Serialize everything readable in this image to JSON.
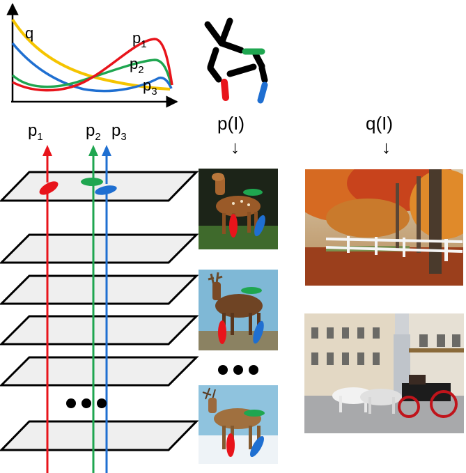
{
  "plot": {
    "q_label": "q",
    "p1_label": "p",
    "p1_sub": "1",
    "p2_label": "p",
    "p2_sub": "2",
    "p3_label": "p",
    "p3_sub": "3"
  },
  "stack": {
    "p1_label": "p",
    "p1_sub": "1",
    "p2_label": "p",
    "p2_sub": "2",
    "p3_label": "p",
    "p3_sub": "3",
    "ellipsis": "•••"
  },
  "columns": {
    "p_title": "p(I)",
    "q_title": "q(I)",
    "arrow": "↓",
    "ellipsis": "•••"
  },
  "colors": {
    "red": "#e8141b",
    "green": "#1fa650",
    "blue": "#1f6fd1",
    "yellow": "#f5c400",
    "plane_fill": "#efefef"
  },
  "icons": {
    "pose_figure": "stick-figure-icon",
    "deer_photo": "deer-photo",
    "autumn_photo": "autumn-park-photo",
    "carriage_photo": "horse-carriage-photo"
  }
}
